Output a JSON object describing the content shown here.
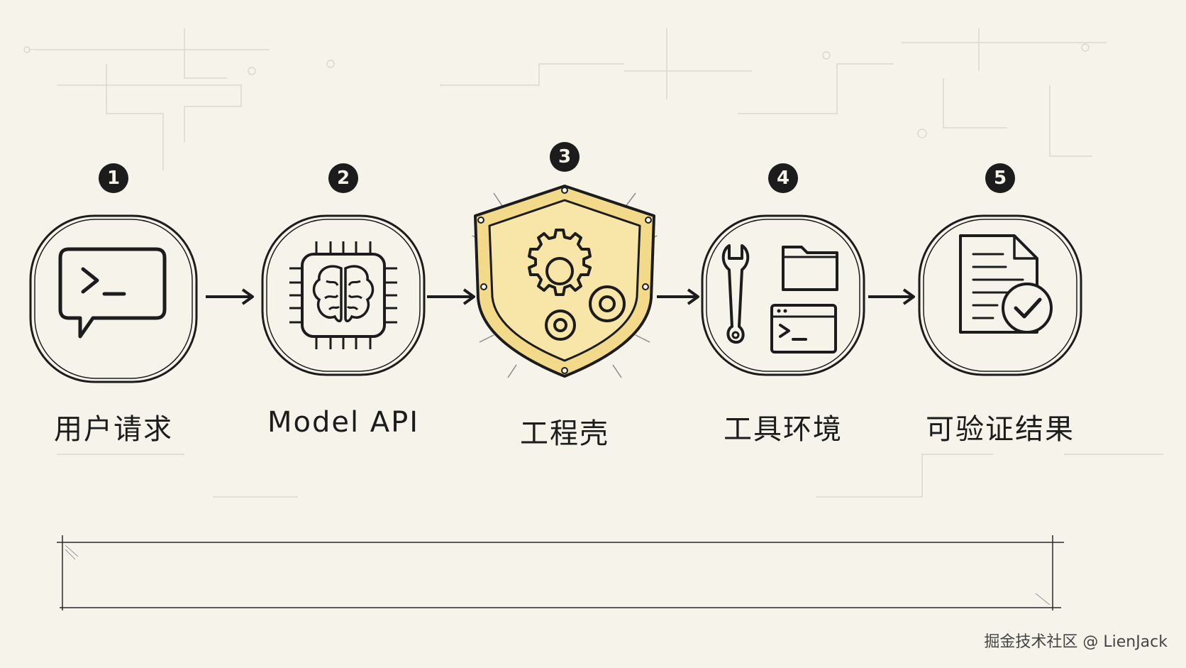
{
  "steps": [
    {
      "number": "1",
      "label": "用户请求",
      "icon": "terminal-chat-icon"
    },
    {
      "number": "2",
      "label": "Model API",
      "icon": "brain-chip-icon"
    },
    {
      "number": "3",
      "label": "工程壳",
      "icon": "shield-gears-icon"
    },
    {
      "number": "4",
      "label": "工具环境",
      "icon": "tools-folder-terminal-icon"
    },
    {
      "number": "5",
      "label": "可验证结果",
      "icon": "document-check-icon"
    }
  ],
  "footer": {
    "credit": "掘金技术社区 @ LienJack"
  },
  "colors": {
    "ink": "#1c1c1c",
    "paper": "#f5f3ea",
    "highlight": "#f3d98a"
  }
}
